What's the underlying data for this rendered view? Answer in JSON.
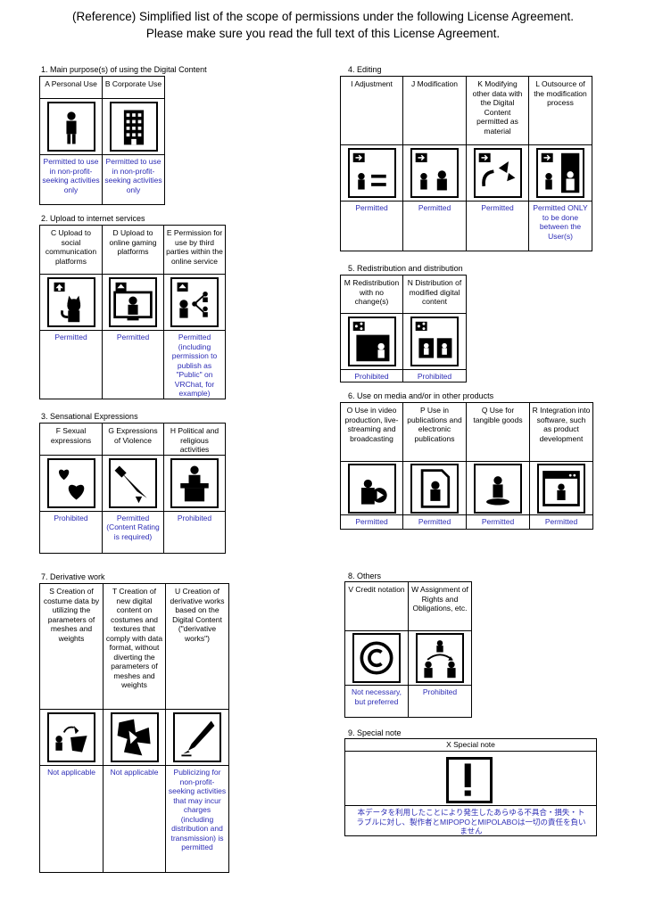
{
  "header": {
    "line1": "(Reference) Simplified list of the scope of permissions under the following License Agreement.",
    "line2": "Please make sure you read the full text of this License Agreement."
  },
  "sections": {
    "s1": {
      "title": "1. Main purpose(s) of using the Digital Content",
      "items": [
        {
          "label": "A Personal Use",
          "status": "Permitted to use in non-profit-seeking activities only",
          "icon": "person-icon"
        },
        {
          "label": "B Corporate Use",
          "status": "Permitted to use in non-profit-seeking activities only",
          "icon": "building-icon"
        }
      ]
    },
    "s2": {
      "title": "2. Upload to internet services",
      "items": [
        {
          "label": "C Upload to social communication platforms",
          "status": "Permitted",
          "icon": "upload-social-icon"
        },
        {
          "label": "D Upload to online gaming platforms",
          "status": "Permitted",
          "icon": "upload-gaming-icon"
        },
        {
          "label": "E Permission for use by third parties within the online service",
          "status": "Permitted (including permission to publish as \"Public\" on VRChat, for example)",
          "icon": "third-party-share-icon"
        }
      ]
    },
    "s3": {
      "title": "3. Sensational Expressions",
      "items": [
        {
          "label": "F Sexual expressions",
          "status": "Prohibited",
          "icon": "hearts-icon"
        },
        {
          "label": "G Expressions of Violence",
          "status": "Permitted (Content Rating is required)",
          "icon": "knife-icon"
        },
        {
          "label": "H Political and religious activities",
          "status": "Prohibited",
          "icon": "podium-icon"
        }
      ]
    },
    "s4": {
      "title": "4. Editing",
      "items": [
        {
          "label": "I Adjustment",
          "status": "Permitted",
          "icon": "adjustment-icon"
        },
        {
          "label": "J Modification",
          "status": "Permitted",
          "icon": "modification-icon"
        },
        {
          "label": "K Modifying other data with the Digital Content permitted as material",
          "status": "Permitted",
          "icon": "material-icon"
        },
        {
          "label": "L Outsource of the modification process",
          "status": "Permitted ONLY to be done between the User(s)",
          "icon": "outsource-icon"
        }
      ]
    },
    "s5": {
      "title": "5. Redistribution and distribution",
      "items": [
        {
          "label": "M Redistribution with no change(s)",
          "status": "Prohibited",
          "icon": "redistribute-icon"
        },
        {
          "label": "N Distribution of modified digital content",
          "status": "Prohibited",
          "icon": "distribute-modified-icon"
        }
      ]
    },
    "s6": {
      "title": "6. Use on media and/or in other products",
      "items": [
        {
          "label": "O Use in video production, live-streaming and broadcasting",
          "status": "Permitted",
          "icon": "video-icon"
        },
        {
          "label": "P Use in publications and electronic publications",
          "status": "Permitted",
          "icon": "publication-icon"
        },
        {
          "label": "Q Use for tangible goods",
          "status": "Permitted",
          "icon": "figure-goods-icon"
        },
        {
          "label": "R Integration into software, such as product development",
          "status": "Permitted",
          "icon": "software-icon"
        }
      ]
    },
    "s7": {
      "title": "7. Derivative work",
      "items": [
        {
          "label": "S Creation of costume data by utilizing the parameters of meshes and weights",
          "status": "Not applicable",
          "icon": "costume-data-icon"
        },
        {
          "label": "T Creation of new digital content on costumes and textures that comply with data format, without diverting the parameters of meshes and weights",
          "status": "Not applicable",
          "icon": "texture-icon"
        },
        {
          "label": "U Creation of derivative works based on the Digital Content (\"derivative works\")",
          "status": "Publicizing for non-profit-seeking activities that may incur charges (including distribution and transmission) is permitted",
          "icon": "pen-nib-icon"
        }
      ]
    },
    "s8": {
      "title": "8. Others",
      "items": [
        {
          "label": "V Credit notation",
          "status": "Not necessary, but preferred",
          "icon": "copyright-icon"
        },
        {
          "label": "W Assignment of Rights and Obligations, etc.",
          "status": "Prohibited",
          "icon": "transfer-icon"
        }
      ]
    },
    "s9": {
      "title": "9. Special note",
      "label": "X Special note",
      "icon": "exclamation-icon",
      "body": "本データを利用したことにより発生したあらゆる不具合・損失・トラブルに対し、製作者とMIPOPOとMIPOLABOは一切の責任を負いません"
    }
  },
  "colors": {
    "status_text": "#2b2bb5",
    "border": "#000000"
  }
}
